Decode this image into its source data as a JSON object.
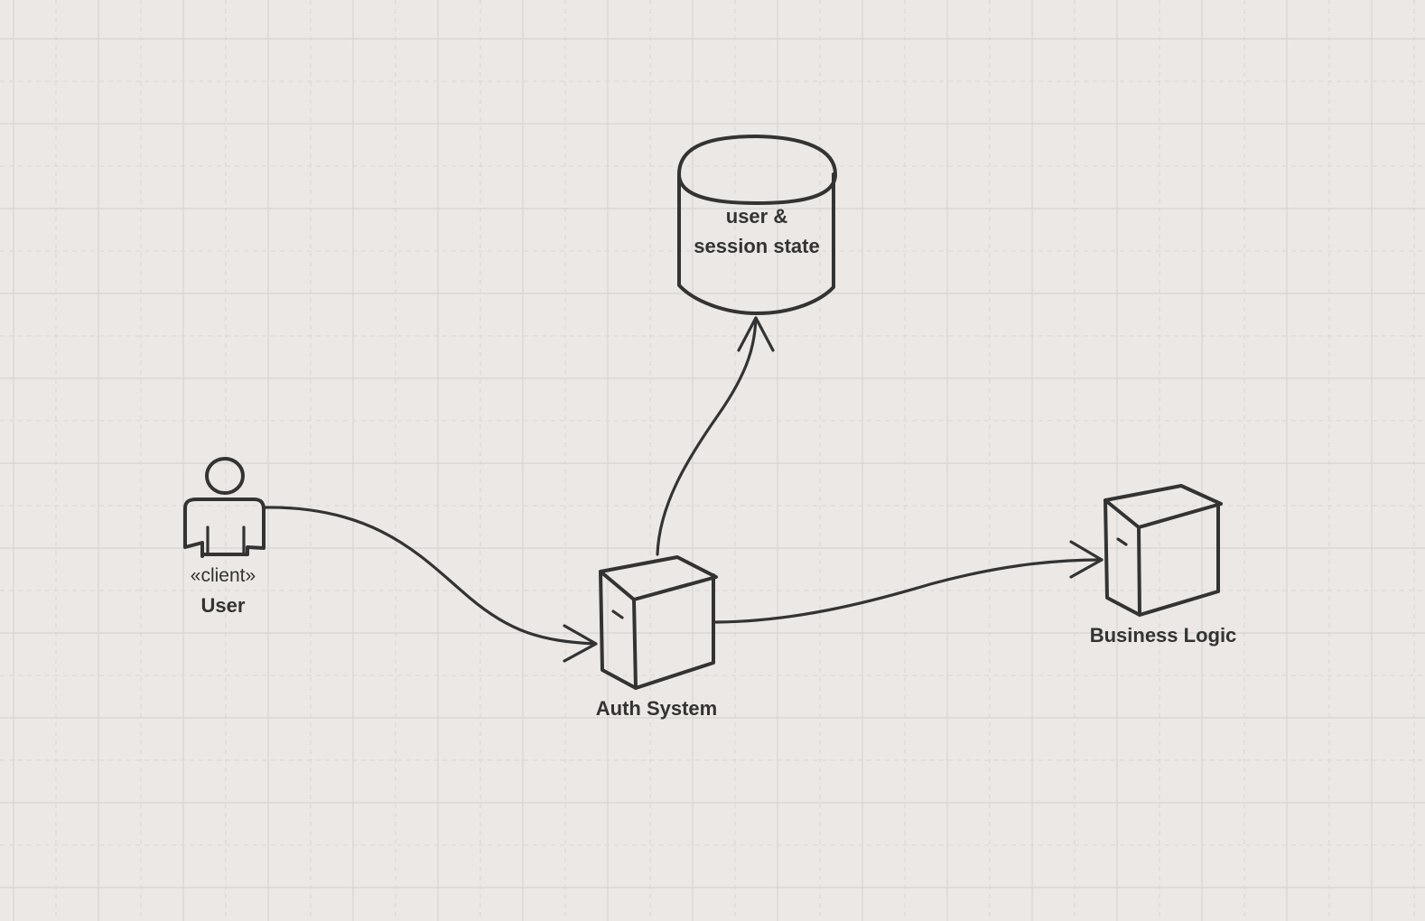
{
  "colors": {
    "background": "#ebe8e5",
    "grid_solid": "#d7d4d1",
    "grid_dashed": "#dcd9d6",
    "ink": "#333333"
  },
  "nodes": {
    "user": {
      "icon": "actor-icon",
      "stereotype": "«client»",
      "label": "User"
    },
    "database": {
      "icon": "database-cylinder-icon",
      "label_line1": "user &",
      "label_line2": "session state"
    },
    "auth": {
      "icon": "server-box-icon",
      "label": "Auth System"
    },
    "business": {
      "icon": "server-box-icon",
      "label": "Business Logic"
    }
  },
  "edges": [
    {
      "from": "User",
      "to": "Auth System"
    },
    {
      "from": "Auth System",
      "to": "user & session state"
    },
    {
      "from": "Auth System",
      "to": "Business Logic"
    }
  ]
}
